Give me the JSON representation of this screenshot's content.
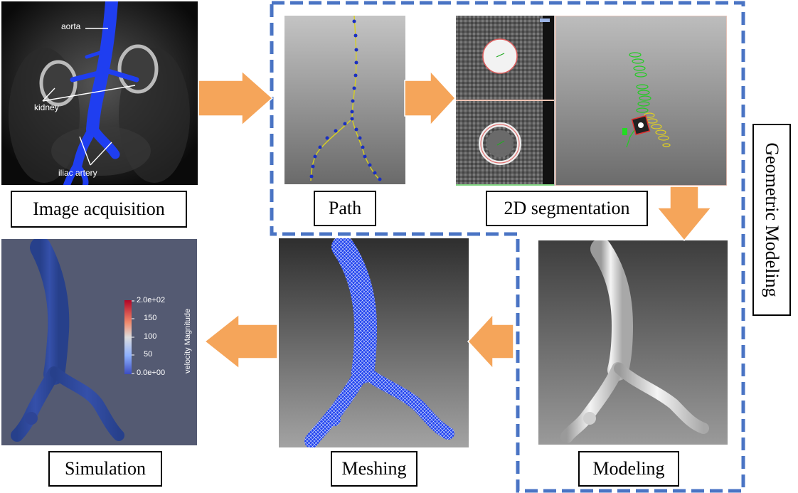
{
  "labels": {
    "image_acquisition": "Image acquisition",
    "path": "Path",
    "segmentation": "2D segmentation",
    "modeling": "Modeling",
    "meshing": "Meshing",
    "simulation": "Simulation",
    "geometric_modeling": "Geometric Modeling"
  },
  "anatomy": {
    "aorta": "aorta",
    "kidney": "kidney",
    "iliac_artery": "iliac artery"
  },
  "colorbar": {
    "title": "velocity Magnitude",
    "ticks": [
      "2.0e+02",
      "150",
      "100",
      "50",
      "0.0e+00"
    ]
  },
  "colors": {
    "arrow": "#f5a55a",
    "dashed_border": "#4a74c4",
    "vessel_blue": "#1f3ef0",
    "mesh_blue": "#2244ee",
    "sim_vessel": "#2e4596"
  }
}
